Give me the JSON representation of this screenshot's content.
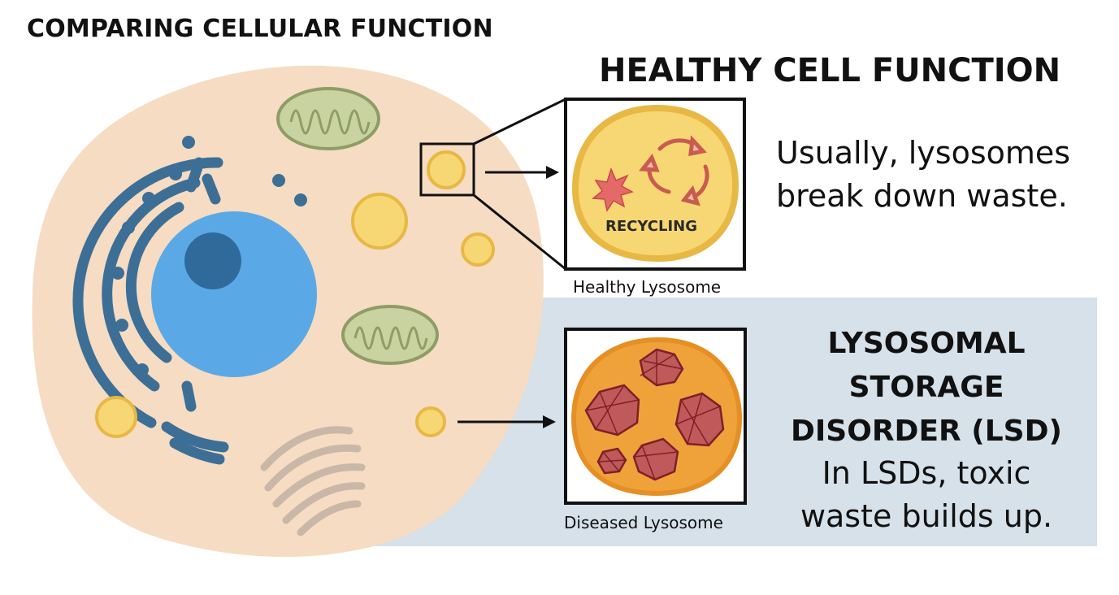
{
  "title": "COMPARING CELLULAR FUNCTION",
  "healthy": {
    "heading": "HEALTHY CELL FUNCTION",
    "description": "Usually, lysosomes break down waste.",
    "inset_label": "RECYCLING",
    "caption": "Healthy Lysosome"
  },
  "diseased": {
    "heading": "LYSOSOMAL STORAGE DISORDER (LSD)",
    "description": "In LSDs, toxic waste builds up.",
    "caption": "Diseased Lysosome"
  },
  "colors": {
    "cytoplasm": "#f6dcc2",
    "nucleus": "#5aa9e6",
    "nucleolus": "#2f6a9a",
    "er": "#3d6f96",
    "mitochondria": "#c9d3a2",
    "lysosome": "#f7d774",
    "diseased_lysosome": "#efa23a",
    "waste": "#8b2a33",
    "panel": "#d6e1e9"
  },
  "icons": [
    "recycle-arrows-icon",
    "waste-burst-icon",
    "arrow-right-icon"
  ]
}
